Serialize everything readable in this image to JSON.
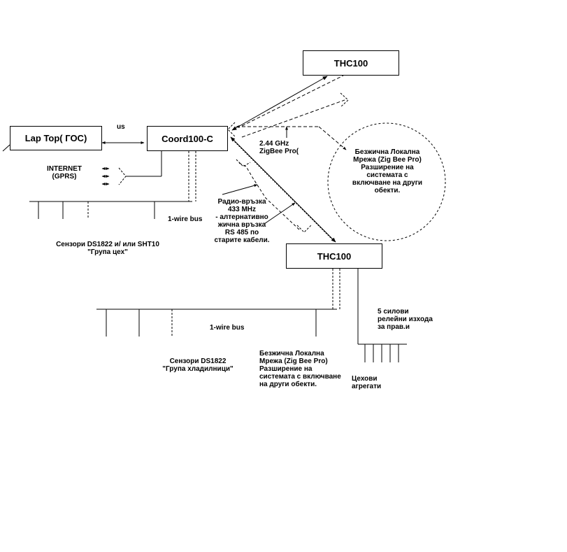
{
  "nodes": {
    "thc100_top": "THC100",
    "thc100_bottom": "THC100",
    "laptop": "Lap Top( ГОС)",
    "coord": "Coord100-C"
  },
  "labels": {
    "us": "us",
    "internet": "INTERNET\n(GPRS)",
    "zigbee_freq": "2.44 GHz\nZigBee Pro(",
    "wireless_circle": "Безжична Локална\nМрежа (Zig Bee Pro)\nРазширение на\nсистемата с\nвключване на други\nобекти.",
    "radio_link": "Радио-връзка\n433 MHz\n- алтернативно\nжична връзка\nRS 485 по\nстарите кабели.",
    "wire_bus_top": "1-wire bus",
    "sensors_top": "Сензори DS1822 и/ или SHT10\n\"Група цех\"",
    "wire_bus_bottom": "1-wire bus",
    "relays": "5 силови\nрелейни изхода\nза прав.и",
    "sensors_bottom": "Сензори DS1822\n\"Група хладилници\"",
    "wireless_bottom": "Безжична Локална\nМрежа (Zig Bee Pro)\nРазширение на\nсистемата с включване\nна други обекти.",
    "aggregates": "Цехови\nагрегати"
  }
}
